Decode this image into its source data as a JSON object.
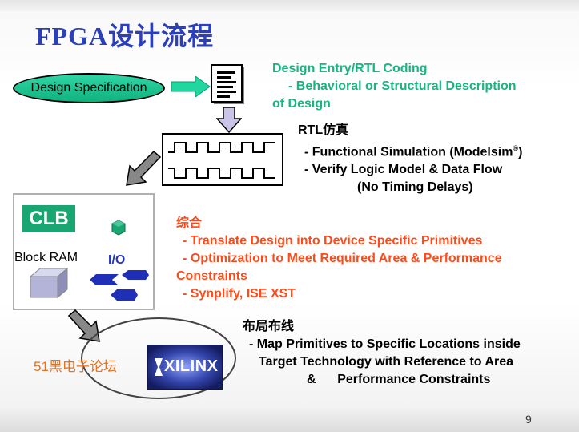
{
  "title": "FPGA设计流程",
  "design_spec": "Design Specification",
  "design_entry": {
    "heading": "Design Entry/RTL Coding",
    "line1": "- Behavioral or Structural Description",
    "line2": "of Design"
  },
  "rtl_sim": {
    "heading": "RTL仿真",
    "line1": "- Functional Simulation (Modelsim",
    "line1_sup": "®",
    "line1_end": ")",
    "line2": "- Verify Logic Model & Data Flow",
    "line3": "(No Timing Delays)"
  },
  "synthesis": {
    "heading": "综合",
    "line1": "- Translate Design into Device Specific Primitives",
    "line2": "- Optimization to Meet Required Area & Performance",
    "line3": "Constraints",
    "line4": "- Synplify, ISE XST"
  },
  "place_route": {
    "heading": "布局布线",
    "line1": "- Map Primitives to Specific Locations inside",
    "line2": "Target Technology with Reference to Area",
    "line3": "&      Performance Constraints"
  },
  "fpga_block": {
    "clb": "CLB",
    "block_ram": "Block RAM",
    "io": "I/O"
  },
  "xilinx_logo": "XILINX",
  "forum_label": "51黑电子论坛",
  "page_number": "9",
  "colors": {
    "title": "#2b3fb8",
    "green_text": "#18b482",
    "red_text": "#ff4a1a",
    "arrow_green": "#22d6a0",
    "clb_green": "#1aa672",
    "io_blue": "#1f2fb8"
  }
}
